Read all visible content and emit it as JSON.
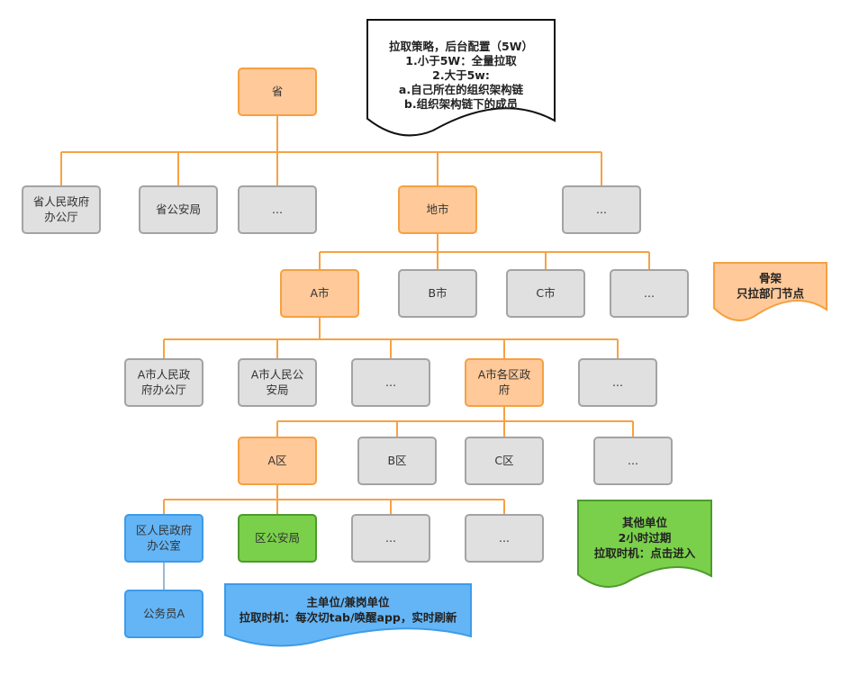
{
  "colors": {
    "orange_fill": "#FFC999",
    "orange_stroke": "#F5A142",
    "line": "#F7A242",
    "gray_fill": "#E0E0E0",
    "gray_stroke": "#A3A3A3",
    "blue_fill": "#64B5F6",
    "blue_stroke": "#3D9BE9",
    "green_fill": "#7AD04A",
    "green_stroke": "#4E9A2E"
  },
  "nodes": [
    {
      "id": "sheng",
      "type": "orange",
      "lines": [
        "省"
      ]
    },
    {
      "id": "sheng-office",
      "type": "gray",
      "lines": [
        "省人民政府",
        "办公厅"
      ]
    },
    {
      "id": "sheng-police",
      "type": "gray",
      "lines": [
        "省公安局"
      ]
    },
    {
      "id": "sheng-more",
      "type": "gray",
      "lines": [
        "..."
      ]
    },
    {
      "id": "dishi",
      "type": "orange",
      "lines": [
        "地市"
      ]
    },
    {
      "id": "sheng-more2",
      "type": "gray",
      "lines": [
        "..."
      ]
    },
    {
      "id": "a-city",
      "type": "orange",
      "lines": [
        "A市"
      ]
    },
    {
      "id": "b-city",
      "type": "gray",
      "lines": [
        "B市"
      ]
    },
    {
      "id": "c-city",
      "type": "gray",
      "lines": [
        "C市"
      ]
    },
    {
      "id": "city-more",
      "type": "gray",
      "lines": [
        "..."
      ]
    },
    {
      "id": "a-city-office",
      "type": "gray",
      "lines": [
        "A市人民政",
        "府办公厅"
      ]
    },
    {
      "id": "a-city-police",
      "type": "gray",
      "lines": [
        "A市人民公",
        "安局"
      ]
    },
    {
      "id": "a-city-more",
      "type": "gray",
      "lines": [
        "..."
      ]
    },
    {
      "id": "a-city-districts",
      "type": "orange",
      "lines": [
        "A市各区政",
        "府"
      ]
    },
    {
      "id": "a-city-more2",
      "type": "gray",
      "lines": [
        "..."
      ]
    },
    {
      "id": "a-district",
      "type": "orange",
      "lines": [
        "A区"
      ]
    },
    {
      "id": "b-district",
      "type": "gray",
      "lines": [
        "B区"
      ]
    },
    {
      "id": "c-district",
      "type": "gray",
      "lines": [
        "C区"
      ]
    },
    {
      "id": "district-more",
      "type": "gray",
      "lines": [
        "..."
      ]
    },
    {
      "id": "district-office",
      "type": "blue",
      "lines": [
        "区人民政府",
        "办公室"
      ]
    },
    {
      "id": "district-police",
      "type": "green",
      "lines": [
        "区公安局"
      ]
    },
    {
      "id": "district-more1",
      "type": "gray",
      "lines": [
        "..."
      ]
    },
    {
      "id": "district-more2",
      "type": "gray",
      "lines": [
        "..."
      ]
    },
    {
      "id": "civil-servant",
      "type": "blue",
      "lines": [
        "公务员A"
      ]
    }
  ],
  "notes": [
    {
      "id": "strategy",
      "type": "white",
      "lines": [
        "拉取策略，后台配置（5W）",
        "1.小于5W：全量拉取",
        "2.大于5w:",
        "a.自己所在的组织架构链",
        "b.组织架构链下的成员"
      ]
    },
    {
      "id": "skeleton",
      "type": "orange",
      "lines": [
        "骨架",
        "只拉部门节点"
      ]
    },
    {
      "id": "other-units",
      "type": "green",
      "lines": [
        "其他单位",
        "2小时过期",
        "拉取时机：点击进入"
      ]
    },
    {
      "id": "main-units",
      "type": "blue",
      "lines": [
        "主单位/兼岗单位",
        "拉取时机：每次切tab/唤醒app，实时刷新"
      ]
    }
  ]
}
